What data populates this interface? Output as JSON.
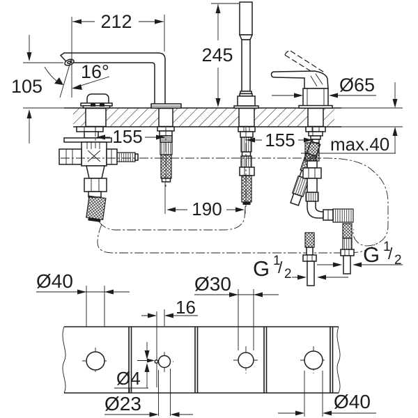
{
  "colors": {
    "line": "#1d1d1d",
    "background": "#ffffff"
  },
  "elevation": {
    "dims": {
      "spout_reach": "212",
      "spout_angle": "16°",
      "spout_height": "105",
      "shower_height": "245",
      "mixer_body_dia": "Ø65",
      "spacing_left": "155",
      "spacing_right": "155",
      "spacing_center": "190",
      "deck_thickness_max": "max.40"
    },
    "thread": {
      "letter": "G",
      "numerator": "1",
      "slash": "/",
      "denominator": "2"
    }
  },
  "plan": {
    "dims": {
      "hole1_dia": "Ø40",
      "pin_offset": "16",
      "pin_hole_dia": "Ø4",
      "spout_hole_dia": "Ø23",
      "shower_hole_dia": "Ø30",
      "mixer_hole_dia": "Ø40"
    }
  }
}
